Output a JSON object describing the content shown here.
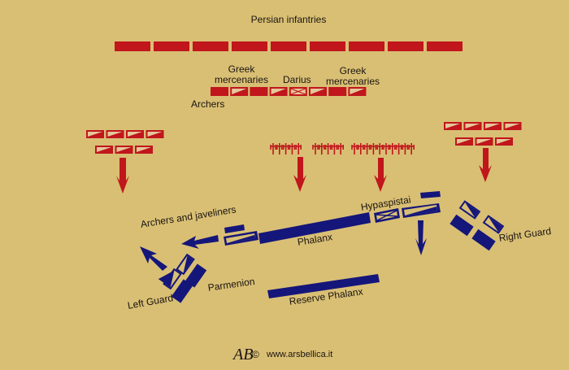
{
  "colors": {
    "background": "#d9bf74",
    "persian": "#c0161c",
    "persian_light": "#e6c79a",
    "macedonian": "#15167a",
    "text": "#1a1410"
  },
  "persian": {
    "infantry_label": "Persian infantries",
    "infantry_blocks": 9,
    "mercenaries_left_label_1": "Greek",
    "mercenaries_left_label_2": "mercenaries",
    "darius_label": "Darius",
    "mercenaries_right_label_1": "Greek",
    "mercenaries_right_label_2": "mercenaries",
    "archers_label": "Archers",
    "center_units": [
      "solid",
      "cavalry",
      "solid",
      "cavalry",
      "king",
      "cavalry",
      "solid",
      "cavalry"
    ],
    "left_cavalry": {
      "rows": [
        4,
        3
      ]
    },
    "right_cavalry": {
      "rows": [
        4,
        3
      ]
    },
    "chariot_groups": [
      5,
      5,
      10
    ]
  },
  "macedonian": {
    "archers_label": "Archers and javeliners",
    "phalanx_label": "Phalanx",
    "hypaspistai_label": "Hypaspistai",
    "right_guard_label": "Right Guard",
    "left_guard_label": "Left Guard",
    "parmenion_label": "Parmenion",
    "reserve_label": "Reserve Phalanx"
  },
  "footer": {
    "logo": "AB",
    "copyright": "©",
    "website": "www.arsbellica.it"
  }
}
